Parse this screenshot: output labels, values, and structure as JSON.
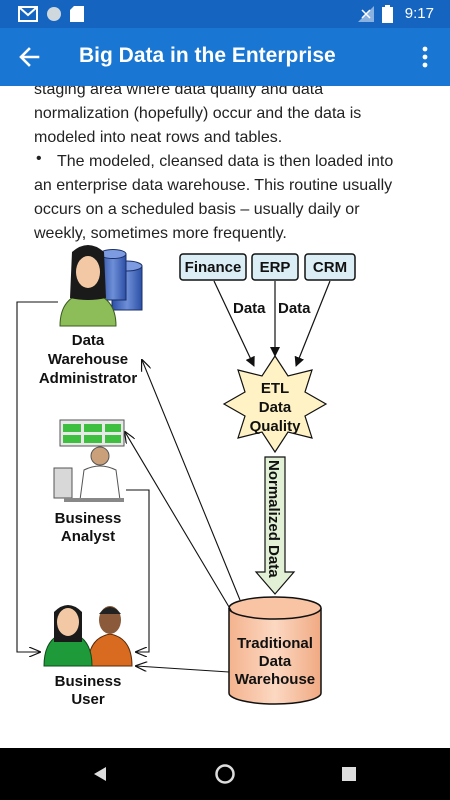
{
  "status_bar": {
    "time": "9:17"
  },
  "app_bar": {
    "title": "Big Data in the Enterprise"
  },
  "article": {
    "line1": "staging area where data quality and data",
    "line2": "normalization (hopefully) occur and the data is",
    "line3": "modeled into neat rows and tables.",
    "bullet_line1": "The modeled, cleansed data is then loaded into",
    "bullet_line2": "an enterprise data warehouse. This routine usually",
    "bullet_line3": "occurs on a scheduled basis – usually daily or",
    "bullet_line4": "weekly, sometimes more frequently."
  },
  "diagram": {
    "sources": [
      "Finance",
      "ERP",
      "CRM"
    ],
    "data_label_left": "Data",
    "data_label_right": "Data",
    "etl_lines": [
      "ETL",
      "Data",
      "Quality"
    ],
    "normalized_label": "Normalized Data",
    "warehouse_lines": [
      "Traditional",
      "Data",
      "Warehouse"
    ],
    "admin_lines": [
      "Data",
      "Warehouse",
      "Administrator"
    ],
    "analyst_lines": [
      "Business",
      "Analyst"
    ],
    "user_lines": [
      "Business",
      "User"
    ]
  },
  "icons": {
    "status": [
      "gmail-icon",
      "circle-icon",
      "sd-card-icon",
      "signal-icon",
      "battery-icon"
    ],
    "nav": [
      "back-triangle-icon",
      "home-circle-icon",
      "recents-square-icon"
    ]
  }
}
